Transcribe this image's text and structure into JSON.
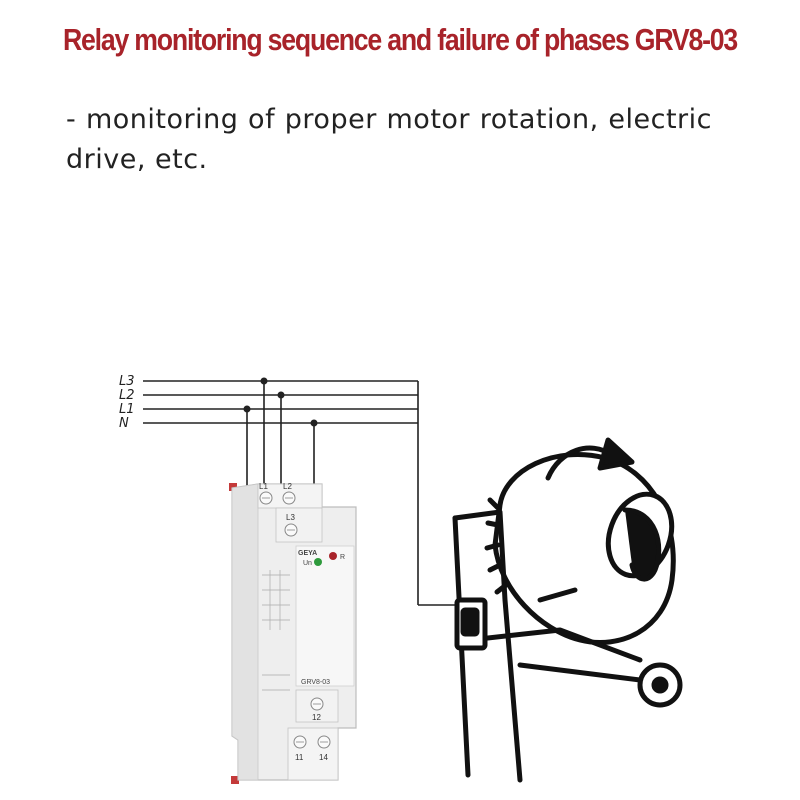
{
  "title": "Relay monitoring sequence and failure of phases GRV8-03",
  "description": "- monitoring of proper motor rotation, electric drive, etc.",
  "diagram": {
    "wires": [
      "L3",
      "L2",
      "L1",
      "N"
    ],
    "device": {
      "model_label": "GRV8-03",
      "indicator_un": "Un",
      "indicator_r": "R",
      "terminals_top": [
        "L1",
        "L2"
      ],
      "terminal_mid": "L3",
      "terminal_bottom_mid": "12",
      "terminals_bottom": [
        "11",
        "14"
      ]
    },
    "colors": {
      "title": "#a8232a",
      "led_green": "#2e9a3c",
      "led_red": "#a8232a"
    }
  }
}
